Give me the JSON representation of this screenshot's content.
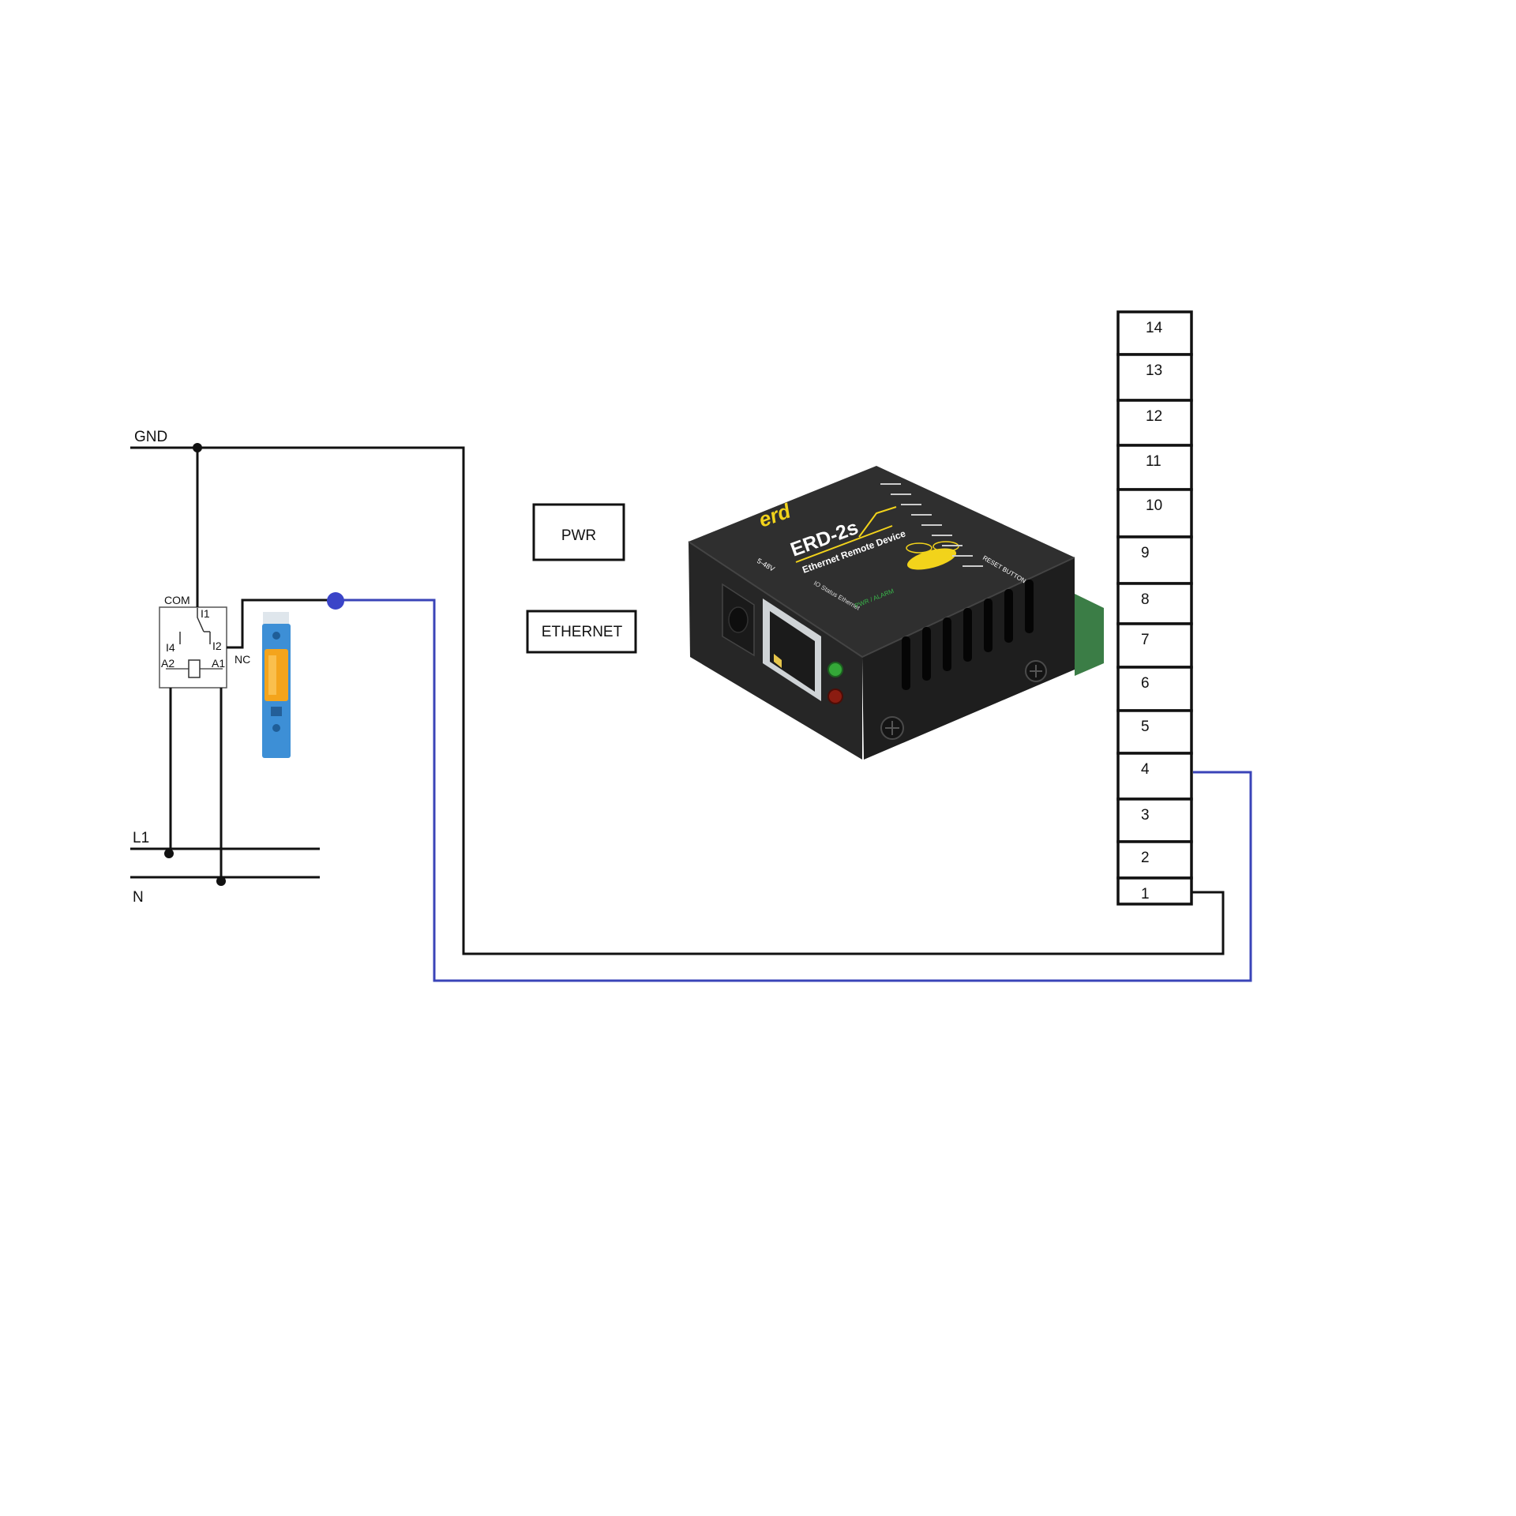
{
  "rails": {
    "gnd": "GND",
    "l1": "L1",
    "n": "N"
  },
  "relay_symbol": {
    "com": "COM",
    "i1": "I1",
    "i2": "I2",
    "i4": "I4",
    "a1": "A1",
    "a2": "A2",
    "nc": "NC"
  },
  "boxes": {
    "pwr": "PWR",
    "ethernet": "ETHERNET"
  },
  "device": {
    "brand": "erd",
    "model": "ERD-2s",
    "subtitle": "Ethernet Remote Device",
    "voltage": "5-48V",
    "led_text": "PWR / ALARM",
    "status_text": "IO Status Ethernet",
    "reset_text": "RESET BUTTON"
  },
  "terminals": [
    "14",
    "13",
    "12",
    "11",
    "10",
    "9",
    "8",
    "7",
    "6",
    "5",
    "4",
    "3",
    "2",
    "1"
  ],
  "colors": {
    "wire_black": "#111111",
    "wire_blue": "#3a44b8",
    "device_body": "#2b2b2b",
    "relay_blue": "#3d8fd6",
    "relay_amber": "#f4a41c"
  }
}
